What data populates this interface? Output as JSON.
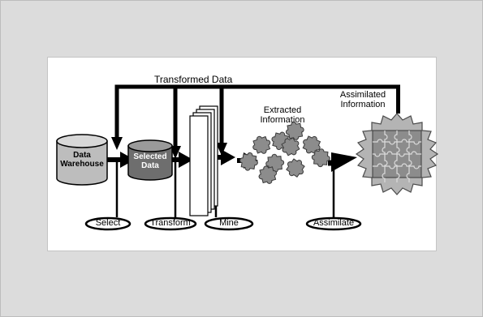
{
  "labels": {
    "transformed_data": "Transformed Data",
    "data_warehouse_line1": "Data",
    "data_warehouse_line2": "Warehouse",
    "selected_data_line1": "Selected",
    "selected_data_line2": "Data",
    "extracted_info_line1": "Extracted",
    "extracted_info_line2": "Information",
    "assimilated_info_line1": "Assimilated",
    "assimilated_info_line2": "Information"
  },
  "steps": [
    "Select",
    "Transform",
    "Mine",
    "Assimilate"
  ],
  "colors": {
    "background": "#dcdcdc",
    "panel": "#ffffff",
    "cylinder_fill": "#bdbdbd",
    "cylinder_dark": "#6e6e6e",
    "puzzle_piece": "#8c8c8c",
    "burst_fill": "#b4b4b4",
    "line": "#000000"
  }
}
